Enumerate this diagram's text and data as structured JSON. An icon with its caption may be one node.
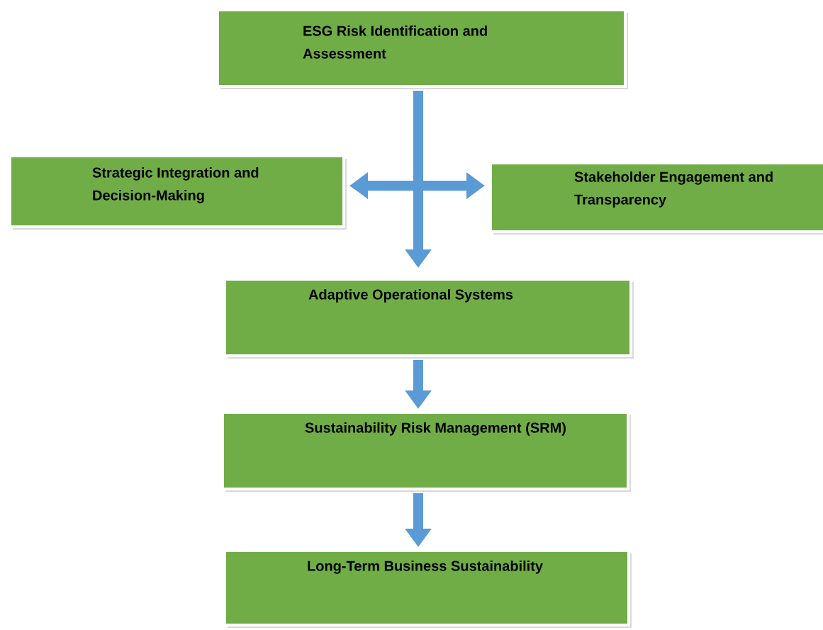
{
  "diagram": {
    "nodes": [
      {
        "text": [
          "ESG Risk Identification and Assessment"
        ]
      },
      {
        "text": [
          "Strategic Integration and Decision-Making"
        ]
      },
      {
        "text": [
          "Stakeholder Engagement and Transparency"
        ]
      },
      {
        "text": [
          "Adaptive Operational Systems"
        ]
      },
      {
        "text": [
          "Sustainability Risk Management (SRM)"
        ]
      },
      {
        "text": [
          "Long-Term Business Sustainability"
        ]
      }
    ],
    "edges": [
      {
        "from": 0,
        "to": 3,
        "arrow": "to"
      },
      {
        "from": 1,
        "to": 2,
        "arrow": "both"
      },
      {
        "from": 3,
        "to": 4,
        "arrow": "to"
      },
      {
        "from": 4,
        "to": 5,
        "arrow": "to"
      }
    ]
  }
}
